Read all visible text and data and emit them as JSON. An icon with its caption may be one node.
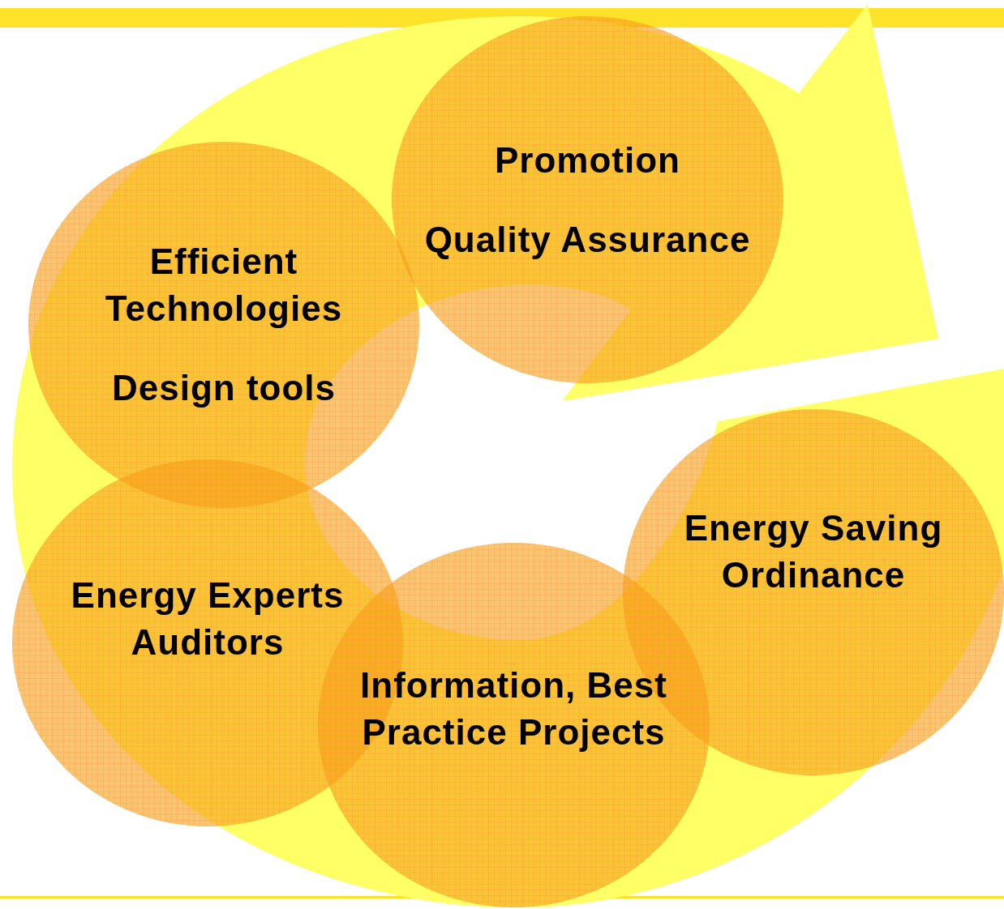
{
  "diagram": {
    "nodes": [
      {
        "text": [
          "Promotion",
          "Quality Assurance"
        ]
      },
      {
        "text": [
          "Efficient Technologies",
          "Design tools"
        ]
      },
      {
        "text": [
          "Energy Saving Ordinance"
        ]
      },
      {
        "text": [
          "Energy Experts Auditors"
        ]
      },
      {
        "text": [
          "Information, Best Practice Projects"
        ]
      }
    ]
  }
}
